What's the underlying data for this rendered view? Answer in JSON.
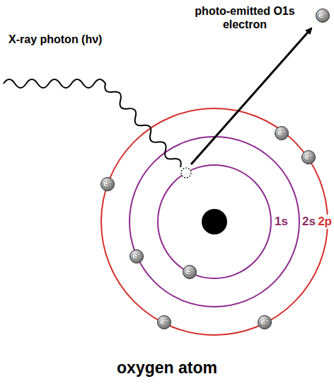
{
  "diagram": {
    "caption": "oxygen atom",
    "nodes": [
      {
        "text": [
          "e⁻"
        ]
      },
      {
        "text": [
          "e⁻"
        ]
      },
      {
        "text": [
          "e⁻"
        ]
      },
      {
        "text": [
          "e⁻"
        ]
      },
      {
        "text": [
          "e⁻"
        ]
      },
      {
        "text": [
          "e⁻"
        ]
      },
      {
        "text": [
          "e⁻"
        ]
      },
      {
        "text": [
          "e⁻"
        ]
      }
    ],
    "labels": [
      "photo-emitted O1s electron",
      "X-ray photon (hν)",
      "1s",
      "2s",
      "2p"
    ]
  }
}
